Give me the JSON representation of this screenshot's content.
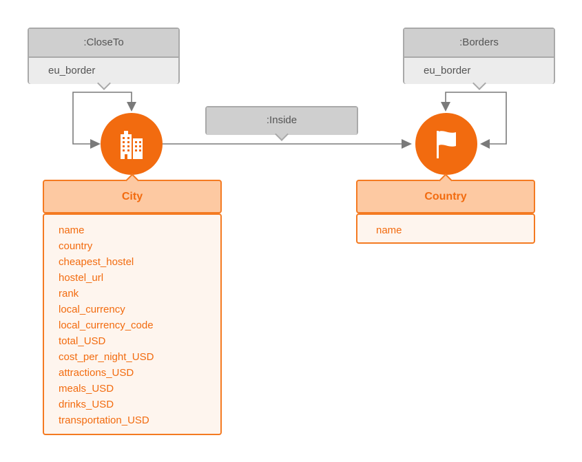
{
  "relationships": {
    "close_to": {
      "label": ":CloseTo",
      "property": "eu_border"
    },
    "borders": {
      "label": ":Borders",
      "property": "eu_border"
    },
    "inside": {
      "label": ":Inside"
    }
  },
  "nodes": {
    "city": {
      "label": "City",
      "icon": "buildings-icon",
      "properties": [
        "name",
        "country",
        "cheapest_hostel",
        "hostel_url",
        "rank",
        "local_currency",
        "local_currency_code",
        "total_USD",
        "cost_per_night_USD",
        "attractions_USD",
        "meals_USD",
        "drinks_USD",
        "transportation_USD"
      ]
    },
    "country": {
      "label": "Country",
      "icon": "flag-icon",
      "properties": [
        "name"
      ]
    }
  },
  "colors": {
    "node": "#f26b0f",
    "entity_header": "#fdc9a2",
    "entity_body": "#fef5ee",
    "relationship_header": "#cfcfcf",
    "relationship_body": "#ececec",
    "edge": "#7a7a7a"
  }
}
